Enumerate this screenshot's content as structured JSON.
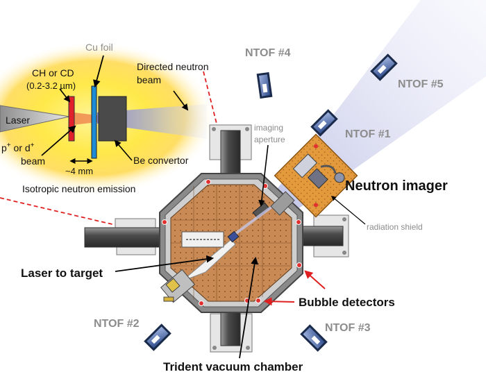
{
  "source_target": {
    "laser": "Laser",
    "ch_cd_line1": "CH or CD",
    "ch_cd_line2": "(0.2-3.2 µm)",
    "cu_foil": "Cu foil",
    "directed_line1": "Directed neutron",
    "directed_line2": "beam",
    "beam_p": "p",
    "beam_plus1": "+",
    "beam_or_d": " or d",
    "beam_plus2": "+",
    "beam_line2": "beam",
    "spacing": "~4 mm",
    "be_convertor": "Be convertor",
    "isotropic": "Isotropic neutron emission"
  },
  "detectors": {
    "ntof1": "NTOF #1",
    "ntof2": "NTOF #2",
    "ntof3": "NTOF #3",
    "ntof4": "NTOF #4",
    "ntof5": "NTOF #5"
  },
  "imager": {
    "aperture_line1": "imaging",
    "aperture_line2": "aperture",
    "neutron_imager": "Neutron imager",
    "radiation_shield": "radiation shield"
  },
  "chamber": {
    "laser_to_target": "Laser to target",
    "bubble_detectors": "Bubble detectors",
    "trident": "Trident vacuum chamber"
  },
  "colors": {
    "beam_cone": "#a9acd8",
    "chamber_floor": "#c98a55",
    "shield_orange": "#e39a3c",
    "glow": "#ffe94a",
    "red_arrow": "#e02020",
    "detector_blue": "#3d5a9a"
  }
}
